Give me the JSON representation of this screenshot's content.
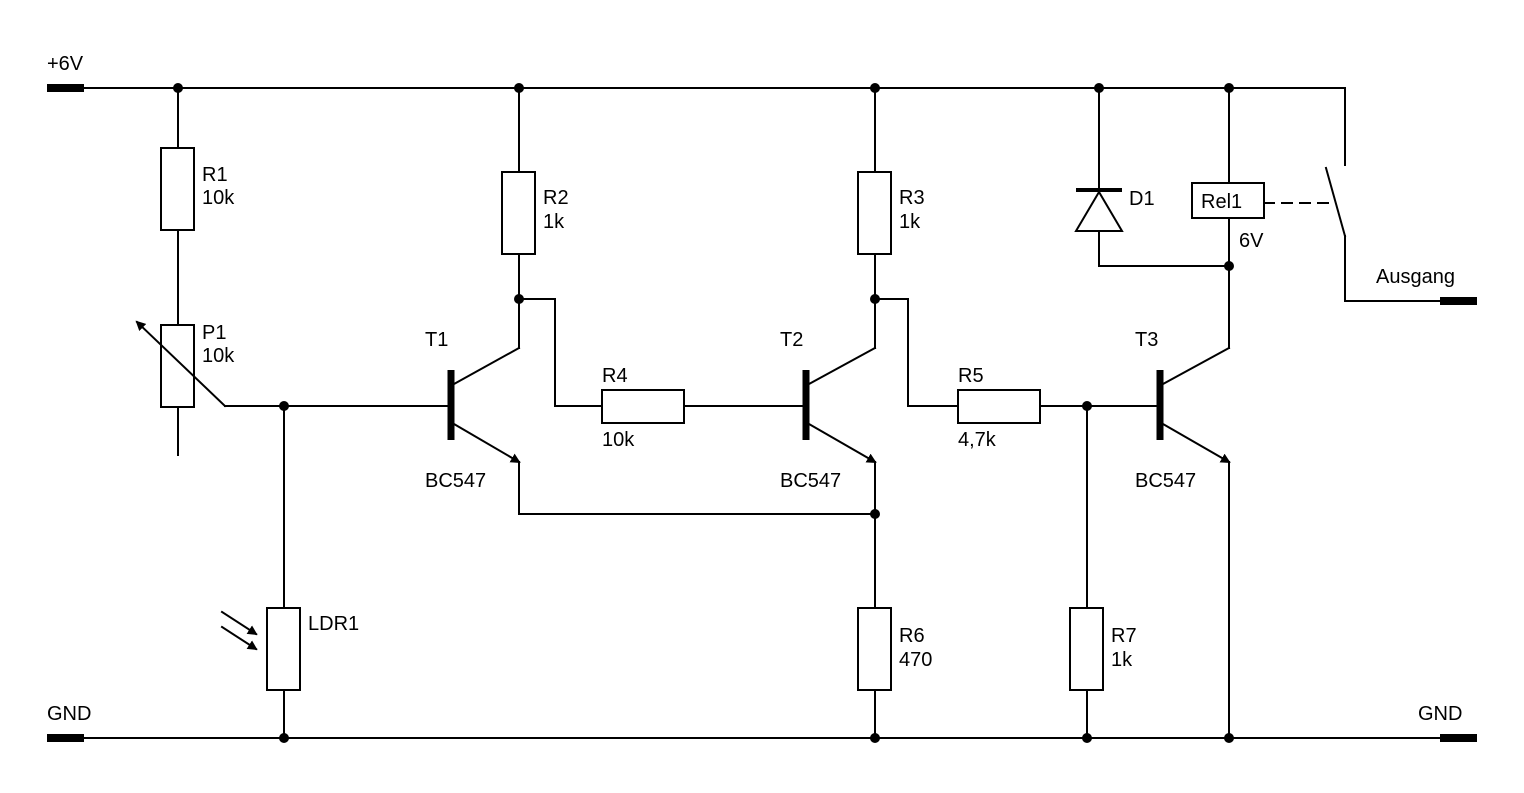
{
  "supply": {
    "vcc_label": "+6V",
    "gnd_left_label": "GND",
    "gnd_right_label": "GND"
  },
  "output": {
    "label": "Ausgang"
  },
  "resistors": [
    {
      "ref": "R1",
      "value": "10k"
    },
    {
      "ref": "R2",
      "value": "1k"
    },
    {
      "ref": "R3",
      "value": "1k"
    },
    {
      "ref": "R4",
      "value": "10k"
    },
    {
      "ref": "R5",
      "value": "4,7k"
    },
    {
      "ref": "R6",
      "value": "470"
    },
    {
      "ref": "R7",
      "value": "1k"
    }
  ],
  "potentiometer": {
    "ref": "P1",
    "value": "10k"
  },
  "ldr": {
    "ref": "LDR1"
  },
  "diode": {
    "ref": "D1"
  },
  "relay": {
    "ref": "Rel1",
    "voltage": "6V"
  },
  "transistors": [
    {
      "ref": "T1",
      "type": "BC547"
    },
    {
      "ref": "T2",
      "type": "BC547"
    },
    {
      "ref": "T3",
      "type": "BC547"
    }
  ],
  "colors": {
    "ink": "#000000",
    "paper": "#ffffff"
  }
}
